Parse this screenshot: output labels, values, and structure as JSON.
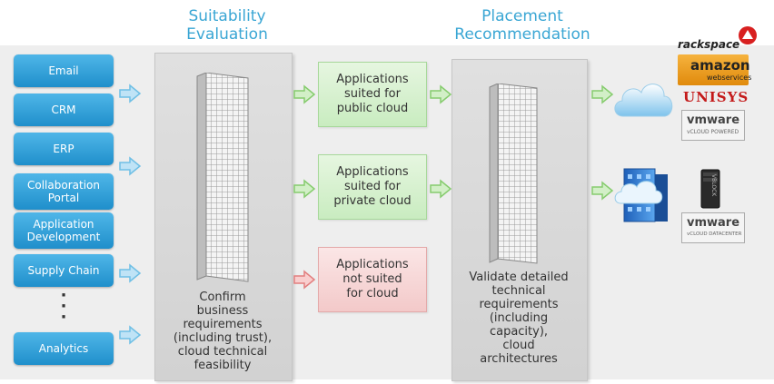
{
  "headings": {
    "suitability": [
      "Suitability",
      "Evaluation"
    ],
    "placement": [
      "Placement",
      "Recommendation"
    ]
  },
  "applications": [
    {
      "label": "Email",
      "arrow": true
    },
    {
      "label": "CRM",
      "arrow": false
    },
    {
      "label": "ERP",
      "arrow": true
    },
    {
      "label": "Collaboration Portal",
      "arrow": false
    },
    {
      "label": "Application Development",
      "arrow": false
    },
    {
      "label": "Supply Chain",
      "arrow": true
    },
    {
      "label": "Analytics",
      "arrow": true
    }
  ],
  "suitability_panel": {
    "text": [
      "Confirm",
      "business",
      "requirements",
      "(including trust),",
      "cloud technical",
      "feasibility"
    ]
  },
  "results": {
    "public": [
      "Applications",
      "suited for",
      "public cloud"
    ],
    "private": [
      "Applications",
      "suited for",
      "private cloud"
    ],
    "not_suited": [
      "Applications",
      "not suited",
      "for cloud"
    ]
  },
  "placement_panel": {
    "text": [
      "Validate detailed",
      "technical",
      "requirements",
      "(including",
      "capacity),",
      "cloud",
      "architectures"
    ]
  },
  "vendors": {
    "rackspace": "rackspace",
    "amazon": "amazon",
    "amazon_sub": "webservices",
    "unisys": "UNISYS",
    "vmware_public": "vmware",
    "vmware_public_sub": "vCLOUD POWERED",
    "vblock": "VBLOCK",
    "vmware_private": "vmware",
    "vmware_private_sub": "vCLOUD DATACENTER"
  },
  "colors": {
    "heading": "#3aa6d4",
    "app_button": "#2a9ad6",
    "arrow_blue": "#9fd3ef",
    "arrow_green": "#9ed98a",
    "arrow_red": "#f08c8c",
    "suited_box": "#d6f0cd",
    "not_suited_box": "#f7d6d6"
  },
  "icons": [
    "arrow-right-icon",
    "server-rack-icon",
    "cloud-icon",
    "building-cloud-icon",
    "server-tower-icon"
  ]
}
